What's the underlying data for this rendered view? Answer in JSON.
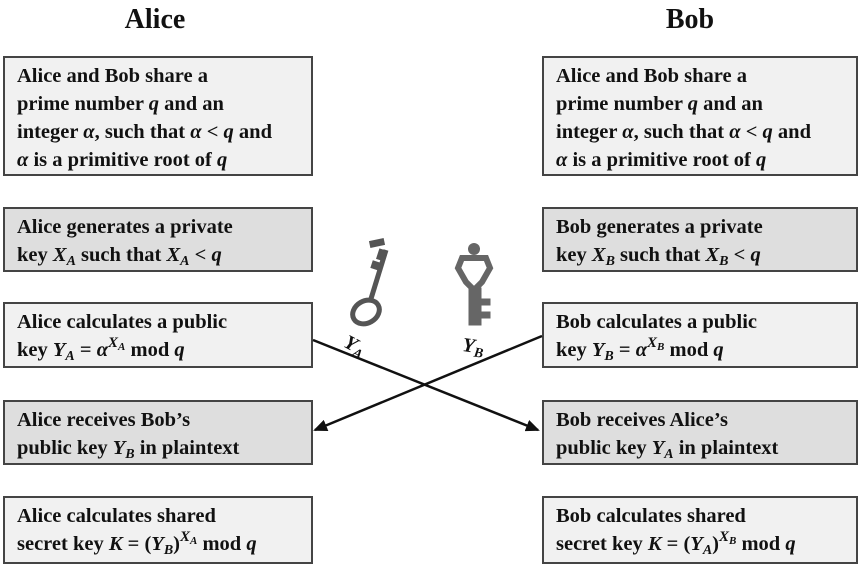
{
  "columns": {
    "left_title": "Alice",
    "right_title": "Bob"
  },
  "alice": {
    "step1": [
      "Alice and Bob share a",
      "prime number",
      "q",
      "and an",
      "integer",
      "α",
      ", such that",
      "α",
      "<",
      "q",
      "and",
      "α",
      "is a primitive root of",
      "q"
    ],
    "step2": [
      "Alice generates a private",
      "key",
      "X",
      "A",
      "such that",
      "X",
      "A",
      "<",
      "q"
    ],
    "step3": [
      "Alice calculates a public",
      "key",
      "Y",
      "A",
      "=",
      "α",
      "X",
      "A",
      "mod",
      "q"
    ],
    "step4": [
      "Alice receives Bob’s",
      "public key",
      "Y",
      "B",
      "in plaintext"
    ],
    "step5": [
      "Alice calculates shared",
      "secret key",
      "K",
      "= (",
      "Y",
      "B",
      ")",
      "X",
      "A",
      "mod",
      "q"
    ]
  },
  "bob": {
    "step1": [
      "Alice and Bob share a",
      "prime number",
      "q",
      "and an",
      "integer",
      "α",
      ", such that",
      "α",
      "<",
      "q",
      "and",
      "α",
      "is a primitive root of",
      "q"
    ],
    "step2": [
      "Bob generates a private",
      "key",
      "X",
      "B",
      "such that",
      "X",
      "B",
      "<",
      "q"
    ],
    "step3": [
      "Bob calculates a public",
      "key",
      "Y",
      "B",
      "=",
      "α",
      "X",
      "B",
      "mod",
      "q"
    ],
    "step4": [
      "Bob receives Alice’s",
      "public key",
      "Y",
      "A",
      "in plaintext"
    ],
    "step5": [
      "Bob calculates shared",
      "secret key",
      "K",
      "= (",
      "Y",
      "A",
      ")",
      "X",
      "B",
      "mod",
      "q"
    ]
  },
  "keys": {
    "alice_key_label": [
      "Y",
      "A"
    ],
    "bob_key_label": [
      "Y",
      "B"
    ],
    "alice_key_icon": "skeleton-key-icon",
    "bob_key_icon": "key-icon",
    "alice_key_color": "#555555",
    "bob_key_color": "#6a6a6a"
  },
  "colors": {
    "border": "#444444",
    "light_box": "#f1f1f1",
    "gray_box": "#dedede",
    "arrow": "#111111"
  }
}
